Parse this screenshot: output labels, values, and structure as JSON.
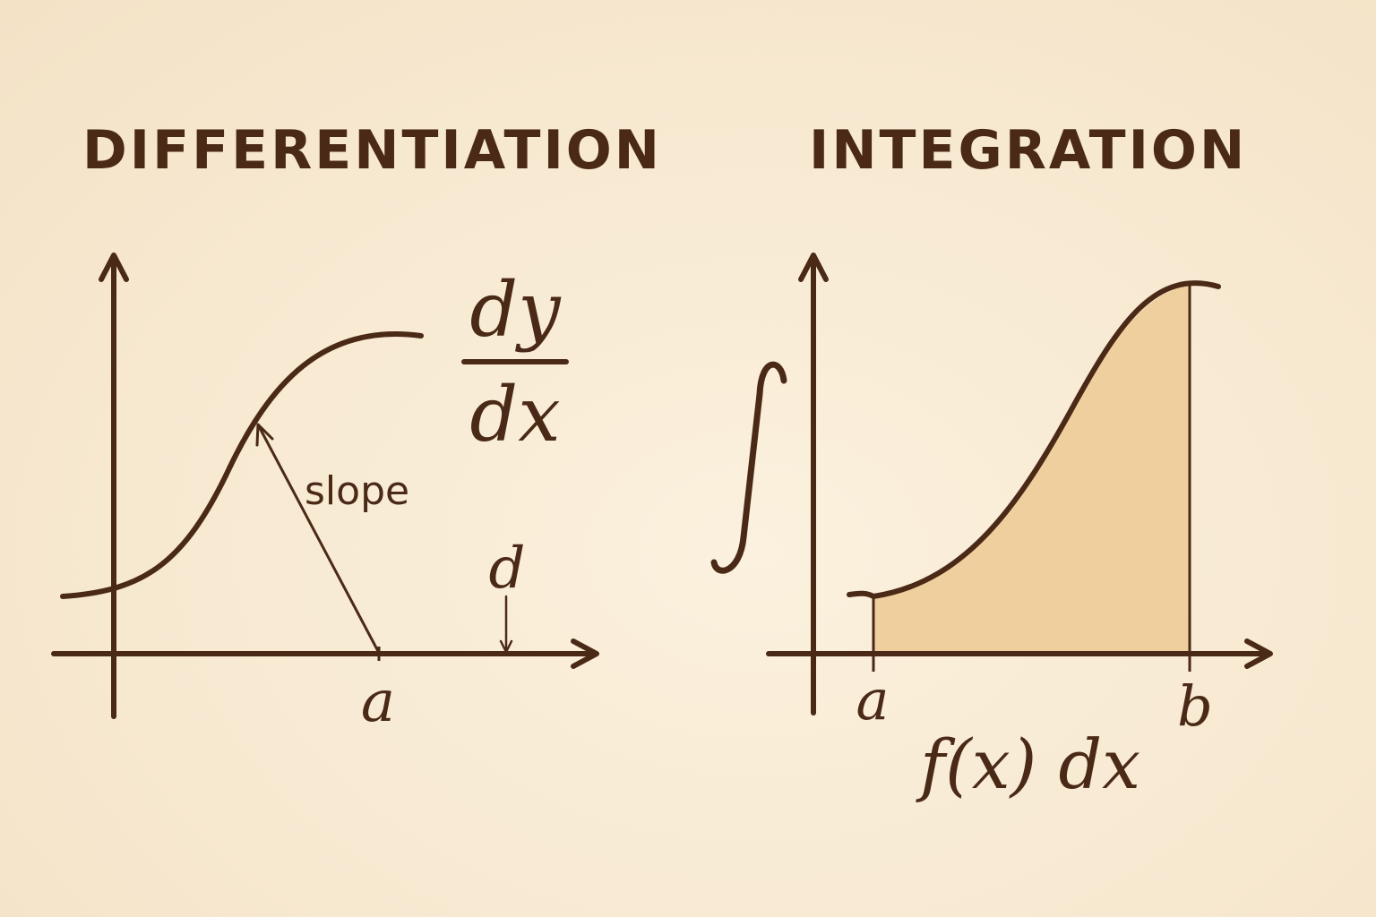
{
  "colors": {
    "ink": "#4a2a17",
    "fill_area": "#f0cf9f",
    "background": "#f8ead3"
  },
  "differentiation": {
    "title": "DIFFERENTIATION",
    "fraction_numerator": "dy",
    "fraction_denominator": "dx",
    "slope_label": "slope",
    "point_label": "a",
    "marker_label": "d"
  },
  "integration": {
    "title": "INTEGRATION",
    "integral_symbol": "∫",
    "lower_label": "a",
    "upper_label": "b",
    "integrand_label": "f(x) dx"
  }
}
